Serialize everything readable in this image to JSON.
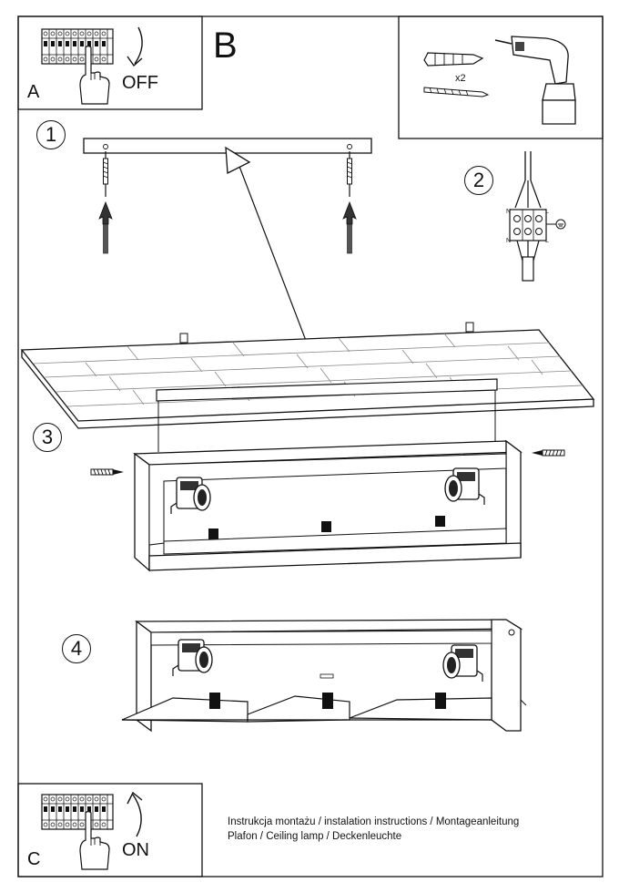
{
  "panels": {
    "a": {
      "letter": "A",
      "status": "OFF"
    },
    "b": {
      "letter": "B"
    },
    "c": {
      "letter": "C",
      "status": "ON"
    }
  },
  "tools": {
    "multiplier": "x2"
  },
  "steps": [
    "1",
    "2",
    "3",
    "4"
  ],
  "wiring": {
    "n": "N",
    "l": "L"
  },
  "caption": {
    "line1": "Instrukcja montażu / instalation instructions / Montageanleitung",
    "line2": "Plafon / Ceiling lamp / Deckenleuchte"
  }
}
